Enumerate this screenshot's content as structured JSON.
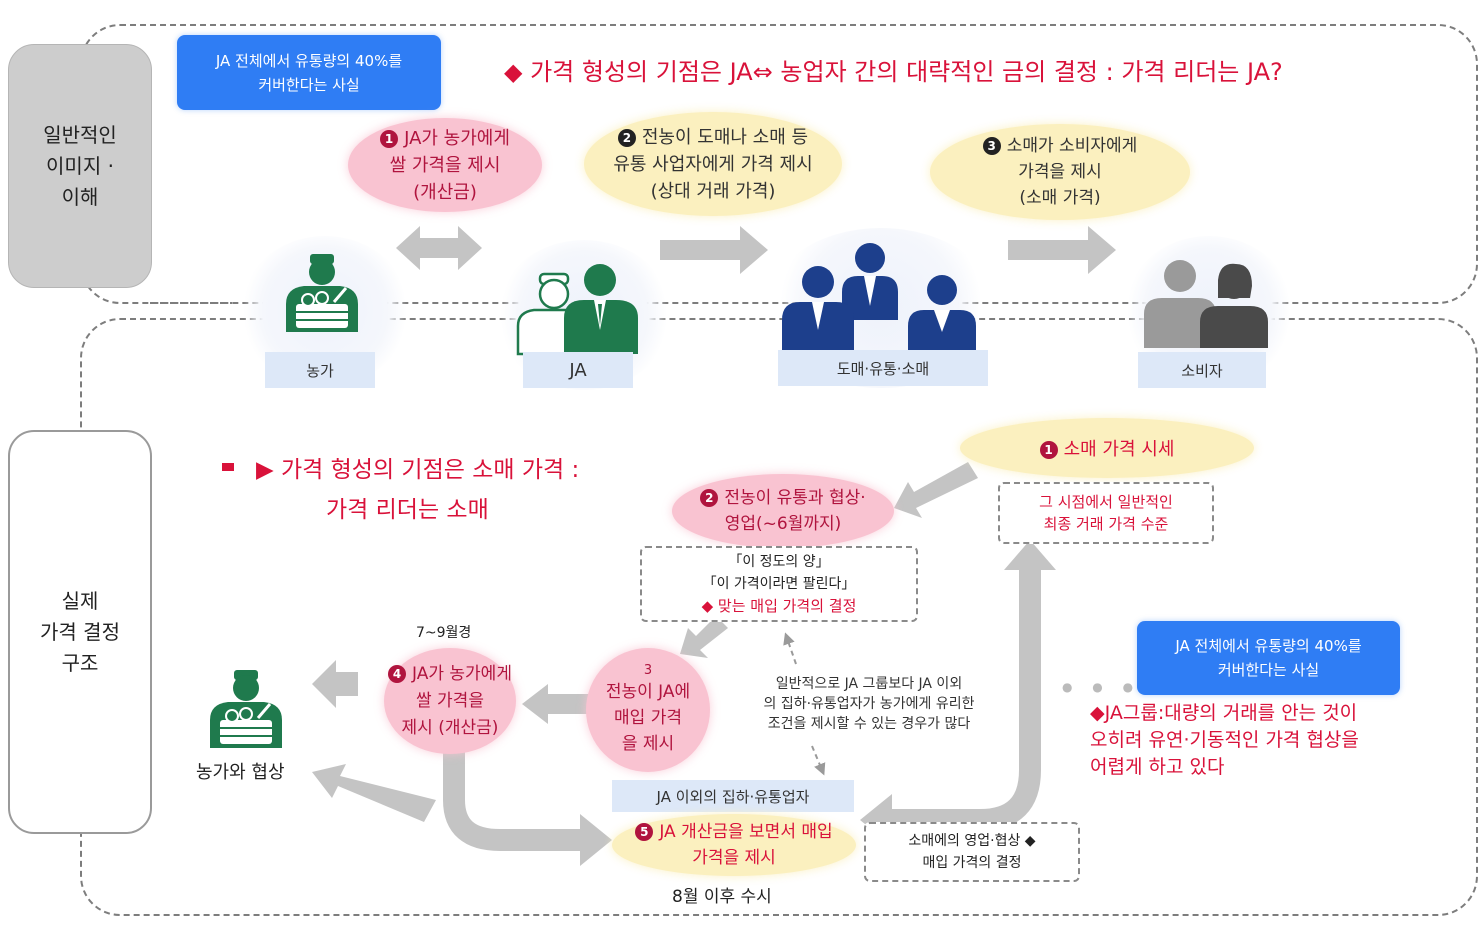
{
  "regions": {
    "top_label": "일반적인\n이미지 ·\n이해",
    "bottom_label": "실제\n가격 결정\n구조"
  },
  "top": {
    "blue_note": "JA 전체에서 유통량의 40%를\n커버한다는 사실",
    "headline": "◆ 가격 형성의 기점은 JA⇔ 농업자 간의 대략적인 금의 결정 : 가격 리더는 JA?",
    "step1": {
      "num": "1",
      "text": "JA가 농가에게\n쌀 가격을 제시\n(개산금)"
    },
    "step2": {
      "num": "2",
      "text": "전농이 도매나 소매 등\n유통 사업자에게 가격 제시\n(상대 거래 가격)"
    },
    "step3": {
      "num": "3",
      "text": "소매가 소비자에게\n가격을 제시\n(소매 가격)"
    },
    "actors": {
      "farmer": "농가",
      "ja": "JA",
      "wholesale": "도매·유통·소매",
      "consumer": "소비자"
    }
  },
  "bottom": {
    "headline_line1": "▶ 가격 형성의 기점은 소매 가격 :",
    "headline_line2": "가격 리더는 소매",
    "step1": {
      "num": "1",
      "text": "소매 가격 시세"
    },
    "step1_note": "그 시점에서 일반적인\n최종 거래 가격 수준",
    "step2": {
      "num": "2",
      "text": "전농이 유통과 협상·\n영업(~6월까지)"
    },
    "step2_note_line1": "「이 정도의 양」",
    "step2_note_line2": "「이 가격이라면 팔린다」",
    "step2_note_line3": "◆ 맞는 매입 가격의 결정",
    "step3": {
      "num": "3",
      "text": "전농이 JA에\n매입 가격\n을 제시"
    },
    "step4": {
      "num": "4",
      "text": "JA가 농가에게\n쌀 가격을\n제시 (개산금)"
    },
    "step4_period": "7~9월경",
    "step5": {
      "num": "5",
      "text": "JA 개산금을 보면서 매입\n가격을 제시"
    },
    "step5_period": "8월 이후 수시",
    "farmer_label": "농가와 협상",
    "middle_note": "일반적으로 JA 그룹보다 JA 이외\n의 집하·유통업자가 농가에게 유리한\n조건을 제시할 수 있는 경우가 많다",
    "other_collectors": "JA 이외의 집하·유통업자",
    "retail_note": "소매에의 영업·협상 ◆\n매입 가격의 결정",
    "blue_note": "JA 전체에서 유통량의 40%를\n커버한다는 사실",
    "dots": "● ● ●",
    "conclusion": "◆JA그룹:대량의 거래를 안는 것이\n오히려 유연·기동적인 가격 협상을\n어렵게 하고 있다"
  },
  "colors": {
    "accent_red": "#d9123a",
    "pink_bubble": "#f9c3d1",
    "yellow_bubble": "#fbf0bf",
    "blue_note": "#2f7df4",
    "green_icon": "#1f7a4d",
    "navy_icon": "#1d3f8c",
    "gray_icon": "#8a8a8a",
    "arrow_gray": "#c4c4c4"
  }
}
